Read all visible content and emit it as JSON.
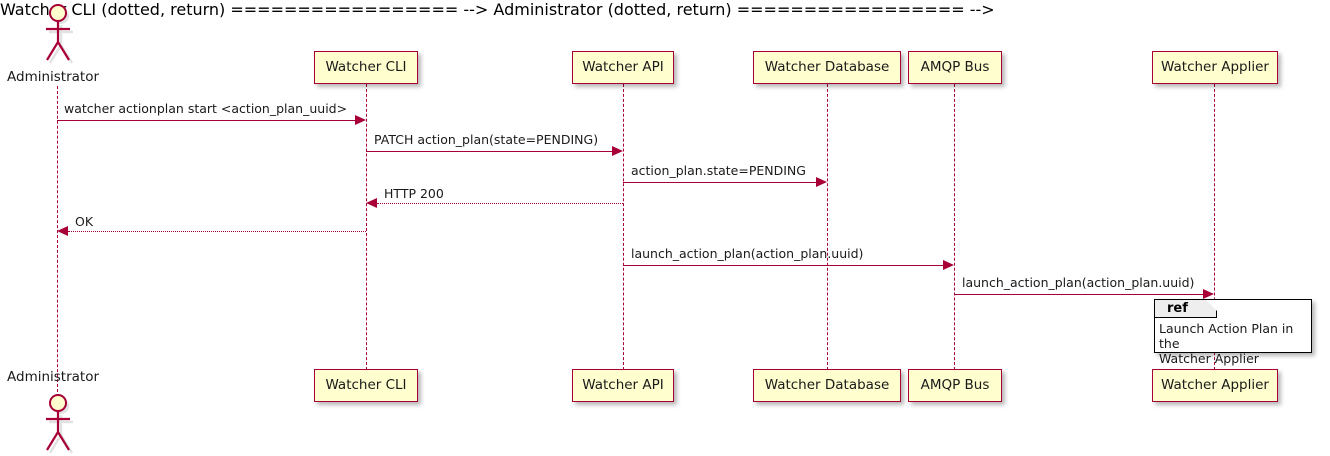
{
  "diagram": {
    "type": "sequence",
    "title": "",
    "colors": {
      "participant_fill": "#FEFECE",
      "participant_border": "#A80036",
      "arrow": "#A80036",
      "lifeline": "#A80036",
      "text": "#1A1A1A",
      "ref_border": "#000000",
      "ref_tab_fill": "#EEEEEE",
      "background": "#FFFFFF"
    }
  },
  "participants": [
    {
      "id": "administrator",
      "label": "Administrator",
      "kind": "actor"
    },
    {
      "id": "watcher-cli",
      "label": "Watcher CLI",
      "kind": "participant"
    },
    {
      "id": "watcher-api",
      "label": "Watcher API",
      "kind": "participant"
    },
    {
      "id": "watcher-database",
      "label": "Watcher Database",
      "kind": "participant"
    },
    {
      "id": "amqp-bus",
      "label": "AMQP Bus",
      "kind": "participant"
    },
    {
      "id": "watcher-applier",
      "label": "Watcher Applier",
      "kind": "participant"
    }
  ],
  "messages": [
    {
      "index": 1,
      "from": "administrator",
      "to": "watcher-cli",
      "label": "watcher actionplan start <action_plan_uuid>",
      "style": "solid"
    },
    {
      "index": 2,
      "from": "watcher-cli",
      "to": "watcher-api",
      "label": "PATCH action_plan(state=PENDING)",
      "style": "solid"
    },
    {
      "index": 3,
      "from": "watcher-api",
      "to": "watcher-database",
      "label": "action_plan.state=PENDING",
      "style": "solid"
    },
    {
      "index": 4,
      "from": "watcher-api",
      "to": "watcher-cli",
      "label": "HTTP 200",
      "style": "dotted"
    },
    {
      "index": 5,
      "from": "watcher-cli",
      "to": "administrator",
      "label": "OK",
      "style": "dotted"
    },
    {
      "index": 6,
      "from": "watcher-api",
      "to": "amqp-bus",
      "label": "launch_action_plan(action_plan.uuid)",
      "style": "solid"
    },
    {
      "index": 7,
      "from": "amqp-bus",
      "to": "watcher-applier",
      "label": "launch_action_plan(action_plan.uuid)",
      "style": "solid"
    }
  ],
  "ref_fragment": {
    "tab_label": "ref",
    "text": "Launch Action Plan in the\nWatcher Applier",
    "over": "watcher-applier"
  }
}
